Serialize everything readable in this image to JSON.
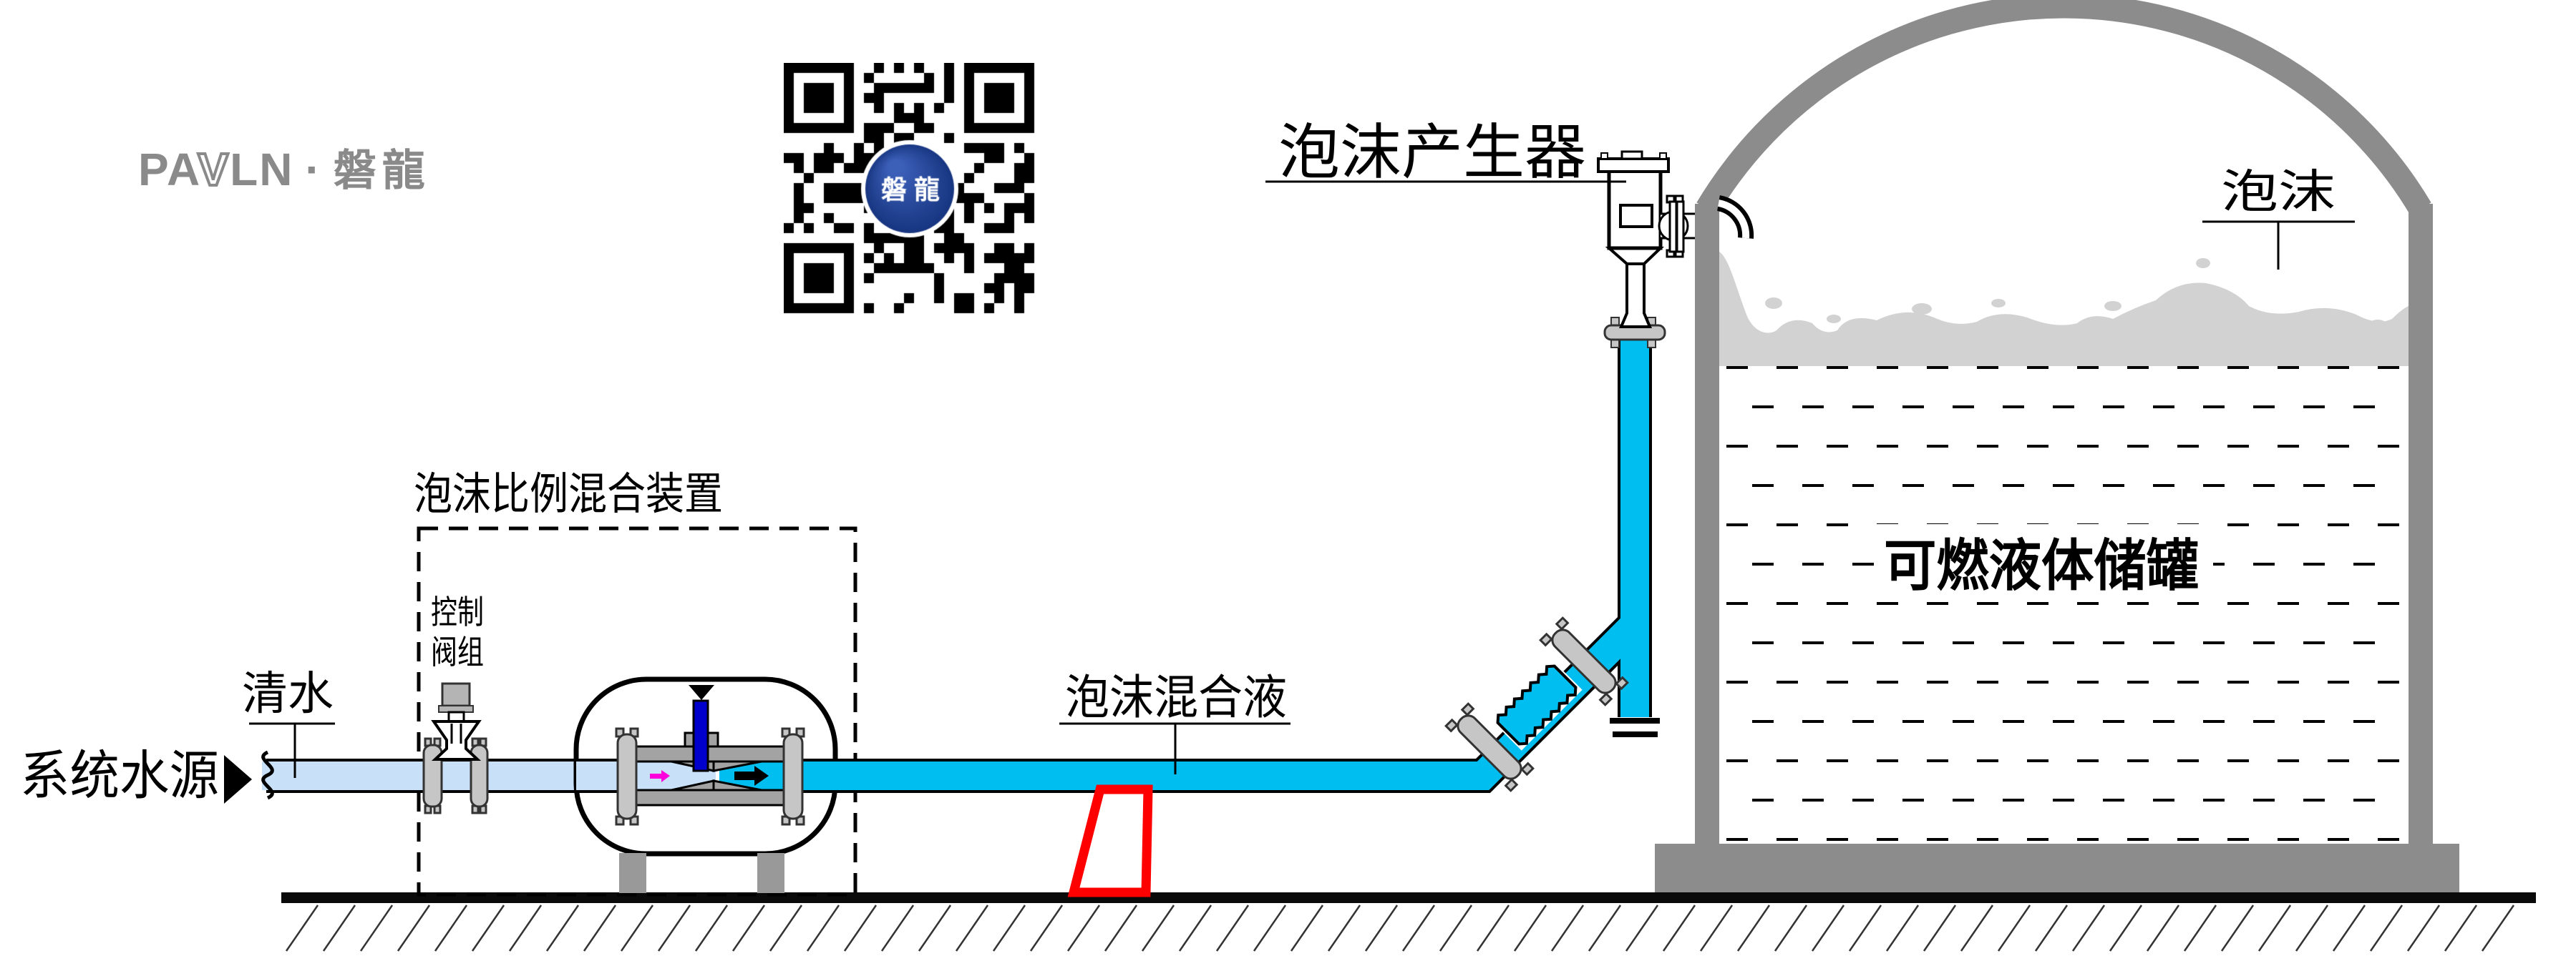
{
  "brand": {
    "latin_pa": "PA",
    "latin_v": "V",
    "latin_ln": "LN",
    "dot": "·",
    "cjk": "磐龍",
    "qr_center": "磐龍"
  },
  "labels": {
    "foam_generator": "泡沫产生器",
    "foam": "泡沫",
    "flammable_tank": "可燃液体储罐",
    "proportioner_unit": "泡沫比例混合装置",
    "control_valve_line1": "控制",
    "control_valve_line2": "阀组",
    "clean_water": "清水",
    "system_water_source": "系统水源",
    "foam_solution": "泡沫混合液"
  },
  "colors": {
    "clean_water_pipe": "#C8E0F8",
    "foam_solution_pipe": "#00BFF0",
    "foam_concentrate": "#0000CD",
    "support_red": "#FF0000",
    "structure_gray": "#8C8C8C",
    "foam_gray": "#D2D2D2",
    "flow_arrow_magenta": "#FF00DC",
    "logo_gray": "#8A8A8A",
    "qr_badge_blue": "#16347F"
  }
}
